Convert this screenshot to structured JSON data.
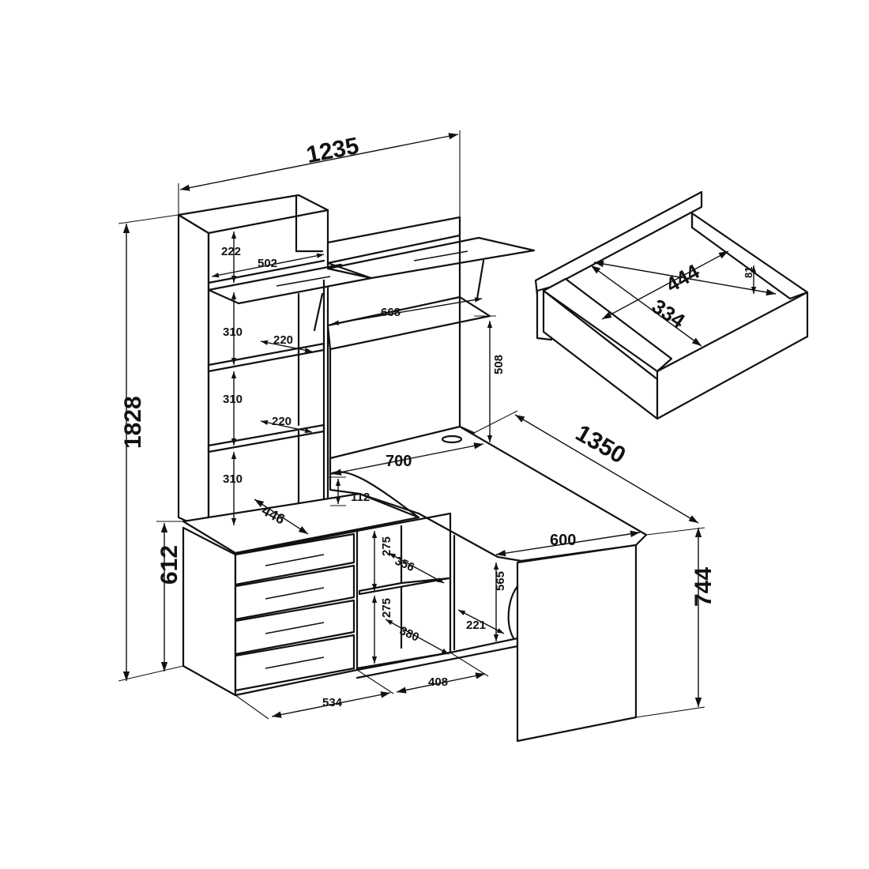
{
  "dimensions": {
    "total_width": "1235",
    "total_height": "1828",
    "desk_length": "1350",
    "desk_height": "744",
    "pedestal_height": "612",
    "top_shelf_height": "222",
    "top_shelf_width": "502",
    "shelf_height_1": "310",
    "shelf_height_2": "310",
    "shelf_height_3": "310",
    "shelf_depth_1": "220",
    "shelf_depth_2": "220",
    "upper_shelf_width": "668",
    "upper_gap_height": "508",
    "desk_inner_width": "700",
    "corner_offset": "112",
    "tower_depth": "446",
    "desk_depth": "600",
    "niche_height_1": "275",
    "niche_height_2": "275",
    "niche_depth_1": "356",
    "niche_depth_2": "380",
    "leg_niche_height": "565",
    "leg_niche_depth": "221",
    "pedestal_width": "534",
    "niche_width": "408"
  },
  "drawer": {
    "inner_length": "444",
    "inner_width": "334",
    "inner_height": "81"
  }
}
